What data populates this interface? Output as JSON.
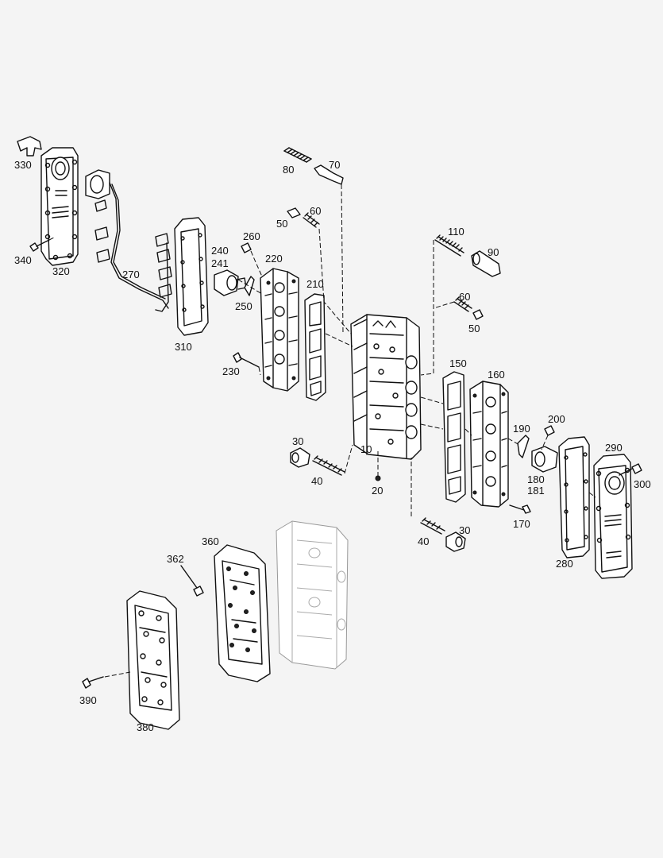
{
  "labels": [
    {
      "id": "330",
      "text": "330"
    },
    {
      "id": "340",
      "text": "340"
    },
    {
      "id": "320",
      "text": "320"
    },
    {
      "id": "270",
      "text": "270"
    },
    {
      "id": "310",
      "text": "310"
    },
    {
      "id": "80",
      "text": "80"
    },
    {
      "id": "70",
      "text": "70"
    },
    {
      "id": "60a",
      "text": "60"
    },
    {
      "id": "50a",
      "text": "50"
    },
    {
      "id": "260",
      "text": "260"
    },
    {
      "id": "240",
      "text": "240"
    },
    {
      "id": "241",
      "text": "241"
    },
    {
      "id": "220",
      "text": "220"
    },
    {
      "id": "250",
      "text": "250"
    },
    {
      "id": "210",
      "text": "210"
    },
    {
      "id": "230",
      "text": "230"
    },
    {
      "id": "110",
      "text": "110"
    },
    {
      "id": "90",
      "text": "90"
    },
    {
      "id": "60b",
      "text": "60"
    },
    {
      "id": "50b",
      "text": "50"
    },
    {
      "id": "150",
      "text": "150"
    },
    {
      "id": "160",
      "text": "160"
    },
    {
      "id": "10",
      "text": "10"
    },
    {
      "id": "30a",
      "text": "30"
    },
    {
      "id": "40a",
      "text": "40"
    },
    {
      "id": "20",
      "text": "20"
    },
    {
      "id": "200",
      "text": "200"
    },
    {
      "id": "190",
      "text": "190"
    },
    {
      "id": "180",
      "text": "180"
    },
    {
      "id": "181",
      "text": "181"
    },
    {
      "id": "290",
      "text": "290"
    },
    {
      "id": "300",
      "text": "300"
    },
    {
      "id": "170",
      "text": "170"
    },
    {
      "id": "40b",
      "text": "40"
    },
    {
      "id": "30b",
      "text": "30"
    },
    {
      "id": "280",
      "text": "280"
    },
    {
      "id": "360",
      "text": "360"
    },
    {
      "id": "362",
      "text": "362"
    },
    {
      "id": "390",
      "text": "390"
    },
    {
      "id": "380",
      "text": "380"
    }
  ]
}
